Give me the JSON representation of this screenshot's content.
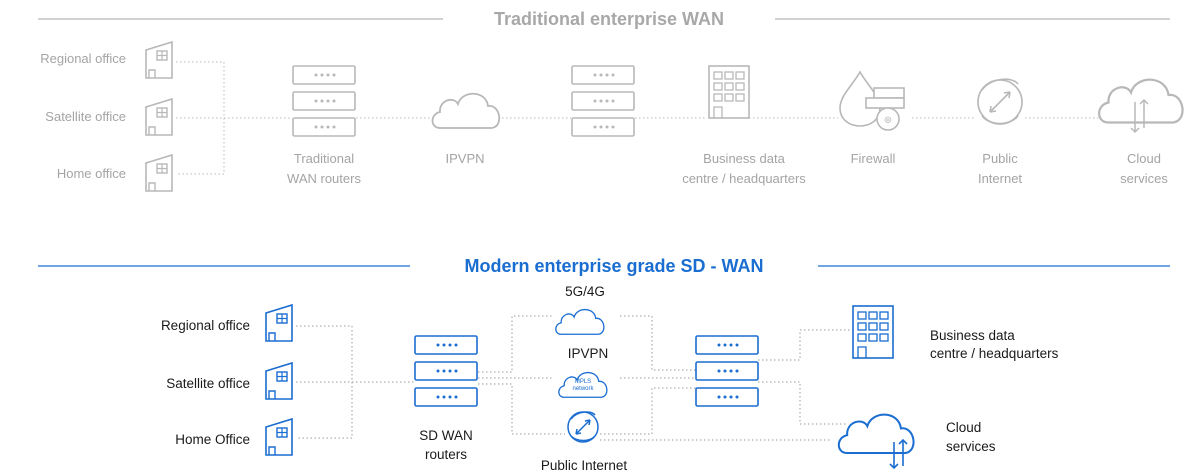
{
  "traditional": {
    "title": "Traditional enterprise WAN",
    "offices": {
      "regional": "Regional office",
      "satellite": "Satellite office",
      "home": "Home office"
    },
    "routers_line1": "Traditional",
    "routers_line2": "WAN routers",
    "ipvpn": "IPVPN",
    "datacentre_line1": "Business data",
    "datacentre_line2": "centre / headquarters",
    "firewall": "Firewall",
    "internet_line1": "Public",
    "internet_line2": "Internet",
    "cloud_line1": "Cloud",
    "cloud_line2": "services"
  },
  "modern": {
    "title": "Modern enterprise grade SD - WAN",
    "offices": {
      "regional": "Regional office",
      "satellite": "Satellite office",
      "home": "Home Office"
    },
    "routers_line1": "SD WAN",
    "routers_line2": "routers",
    "fiveg": "5G/4G",
    "ipvpn": "IPVPN",
    "mpls_line1": "MPLS",
    "mpls_line2": "network",
    "internet": "Public Internet",
    "datacentre_line1": "Business data",
    "datacentre_line2": "centre / headquarters",
    "cloud_line1": "Cloud",
    "cloud_line2": "services"
  },
  "colors": {
    "gray": "#b5b5b5",
    "blue": "#1a6dd1",
    "dark_text": "#1a1a1a"
  }
}
